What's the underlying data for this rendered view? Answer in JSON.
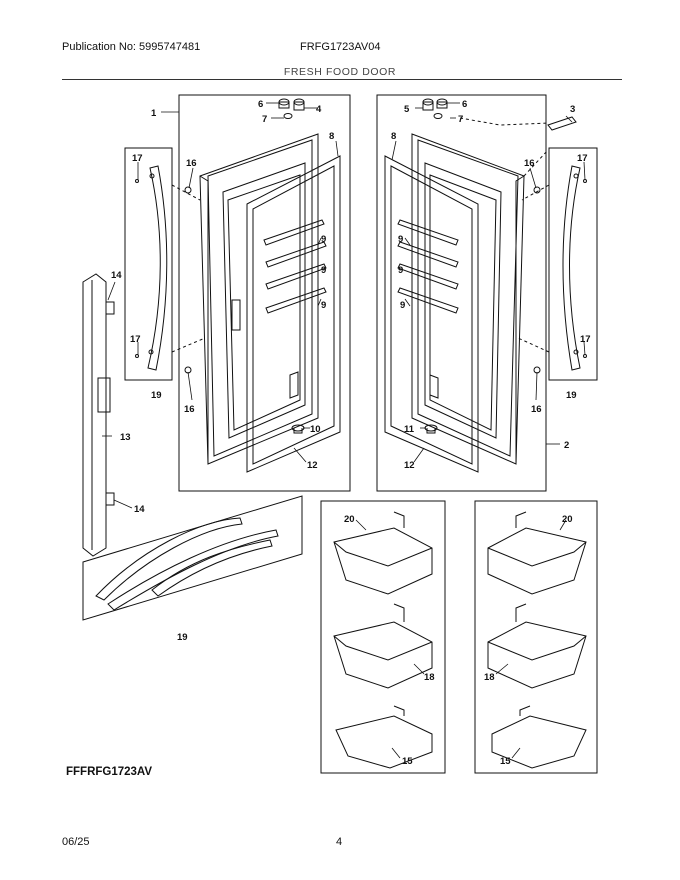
{
  "header": {
    "publication": "Publication No: 5995747481",
    "model": "FRFG1723AV04",
    "section_title": "FRESH FOOD DOOR"
  },
  "footer": {
    "model_code": "FFFRFG1723AV",
    "date": "06/25",
    "page_number": "4"
  },
  "callouts": {
    "c1": "1",
    "c2": "2",
    "c3": "3",
    "c4": "4",
    "c5": "5",
    "c6a": "6",
    "c6b": "6",
    "c7a": "7",
    "c7b": "7",
    "c8a": "8",
    "c8b": "8",
    "c9a": "9",
    "c9b": "9",
    "c9c": "9",
    "c9d": "9",
    "c9e": "9",
    "c9f": "9",
    "c10": "10",
    "c11": "11",
    "c12a": "12",
    "c12b": "12",
    "c13": "13",
    "c14a": "14",
    "c14b": "14",
    "c15a": "15",
    "c15b": "15",
    "c16a": "16",
    "c16b": "16",
    "c16c": "16",
    "c16d": "16",
    "c17a": "17",
    "c17b": "17",
    "c17c": "17",
    "c17d": "17",
    "c18a": "18",
    "c18b": "18",
    "c19a": "19",
    "c19b": "19",
    "c19c": "19",
    "c20a": "20",
    "c20b": "20"
  }
}
